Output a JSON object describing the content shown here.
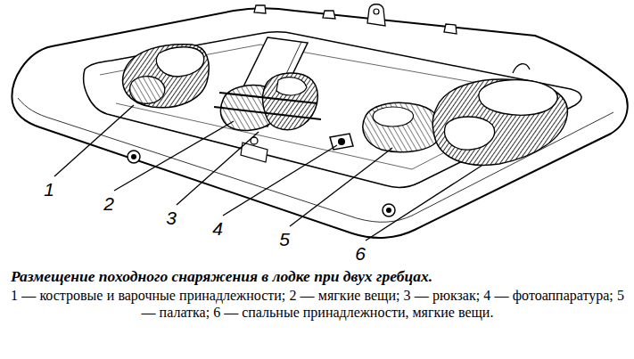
{
  "diagram": {
    "caption": "Размещение походного снаряжения в лодке при двух гребцах.",
    "labels": [
      "1",
      "2",
      "3",
      "4",
      "5",
      "6",
      "1 — костровые и варочные принадлежности; 2 — мягкие вещи; 3 — рюкзак; 4 — фотоаппаратура; 5 — палатка; 6 — спальные принадлежности, мягкие вещи."
    ]
  }
}
